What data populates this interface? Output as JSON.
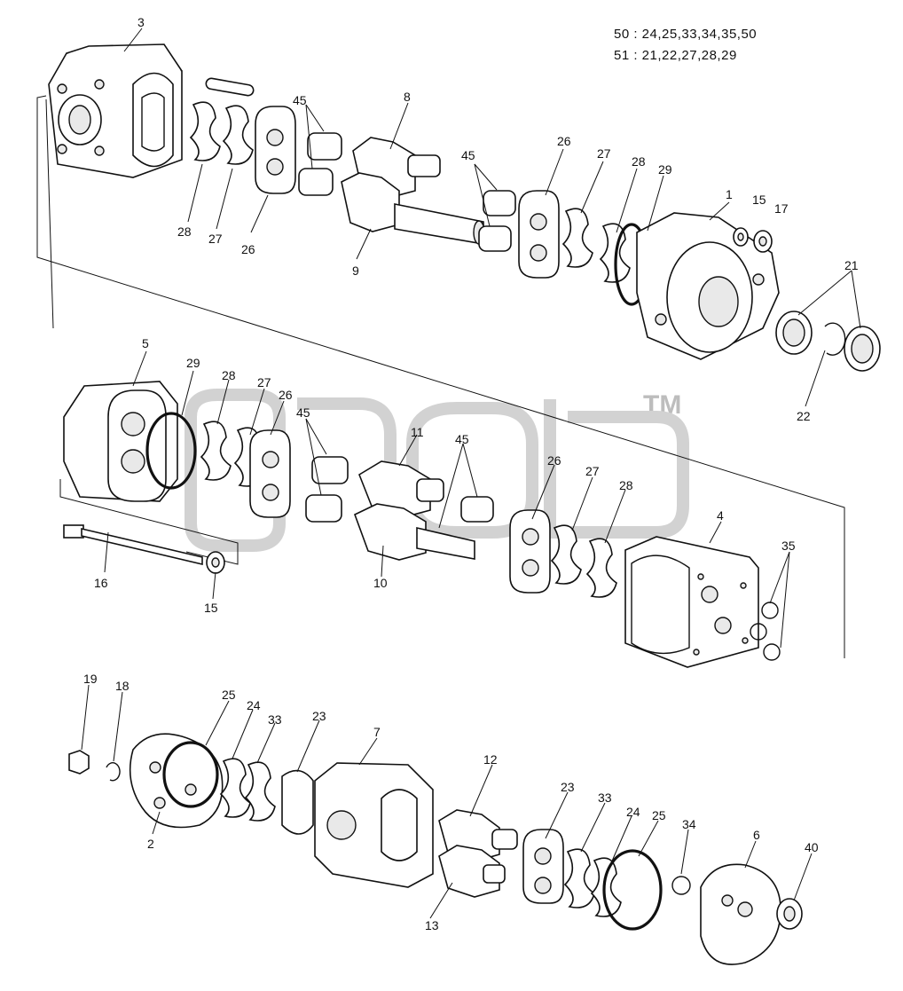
{
  "legend": {
    "line1": "50 : 24,25,33,34,35,50",
    "line2": "51 : 21,22,27,28,29"
  },
  "trademark": "TM",
  "callouts": {
    "top": [
      "3",
      "45",
      "8",
      "45",
      "26",
      "27",
      "28",
      "29",
      "1",
      "15",
      "17",
      "21",
      "28",
      "27",
      "26",
      "9",
      "22"
    ],
    "middle": [
      "5",
      "29",
      "28",
      "27",
      "26",
      "45",
      "11",
      "45",
      "26",
      "27",
      "28",
      "4",
      "35",
      "16",
      "15",
      "10"
    ],
    "bottom": [
      "19",
      "18",
      "25",
      "24",
      "33",
      "23",
      "7",
      "12",
      "23",
      "33",
      "24",
      "25",
      "34",
      "6",
      "40",
      "2",
      "13"
    ]
  }
}
